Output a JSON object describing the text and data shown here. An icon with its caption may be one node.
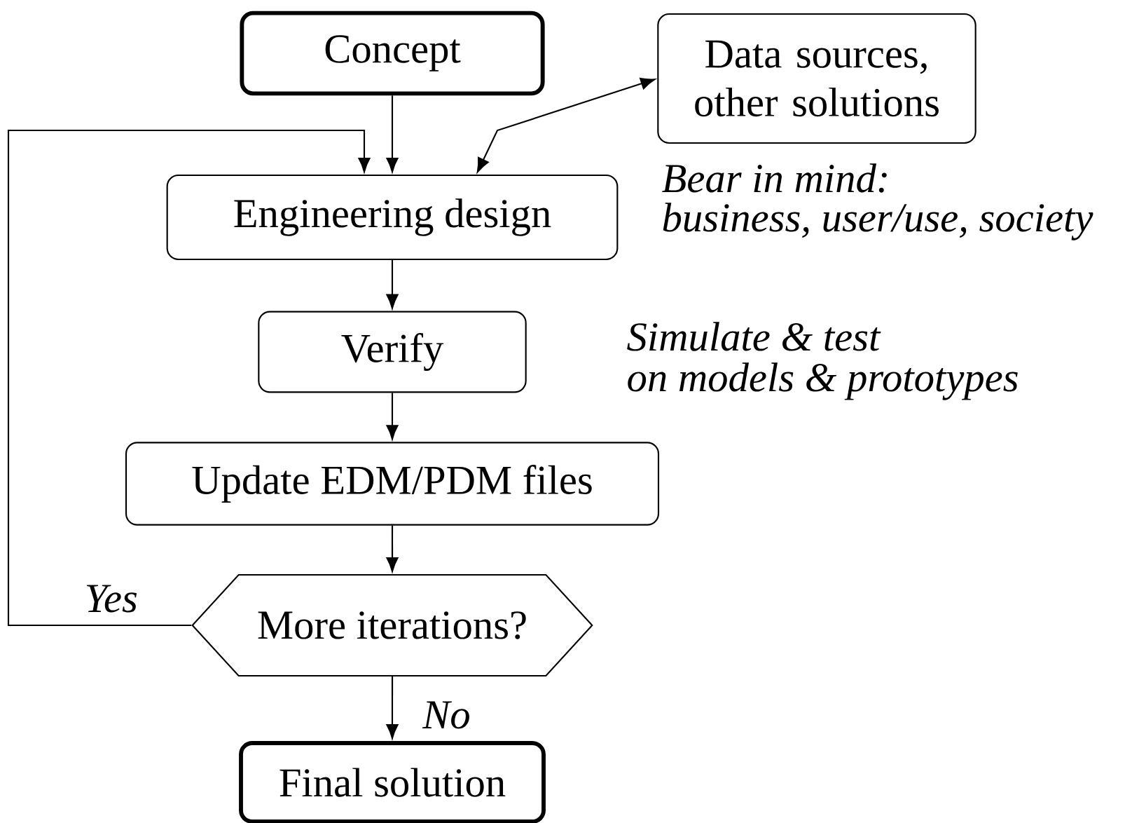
{
  "diagram": {
    "nodes": [
      {
        "text": [
          "Concept"
        ]
      },
      {
        "text": [
          "Data sources, other solutions"
        ]
      },
      {
        "text": [
          "Engineering design"
        ]
      },
      {
        "text": [
          "Verify"
        ]
      },
      {
        "text": [
          "Update EDM/PDM files"
        ]
      },
      {
        "text": [
          "More iterations?"
        ]
      },
      {
        "text": [
          "Final solution"
        ]
      }
    ],
    "edges": [
      {
        "from": 0,
        "to": 2,
        "arrow": "to"
      },
      {
        "from": 1,
        "to": 2,
        "arrow": "both"
      },
      {
        "from": 2,
        "to": 3,
        "arrow": "to"
      },
      {
        "from": 3,
        "to": 4,
        "arrow": "to"
      },
      {
        "from": 4,
        "to": 5,
        "arrow": "to"
      },
      {
        "from": 5,
        "to": 6,
        "arrow": "to",
        "label": "No"
      },
      {
        "from": 5,
        "to": 2,
        "arrow": "to",
        "label": "Yes"
      }
    ],
    "labels": [
      "Bear in mind:",
      "business, user/use, society",
      "Simulate & test",
      "on models & prototypes"
    ]
  }
}
